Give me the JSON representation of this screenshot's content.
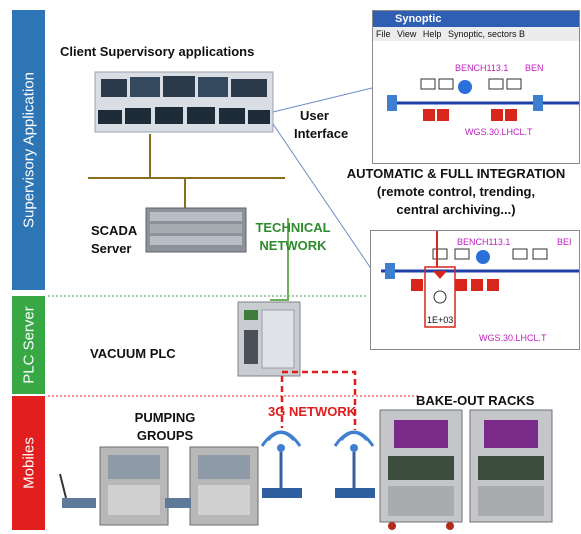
{
  "bands": {
    "supervisory": "Supervisory Application",
    "plc": "PLC Server",
    "mobiles": "Mobiles"
  },
  "labels": {
    "client_apps": "Client Supervisory applications",
    "user_interface_1": "User",
    "user_interface_2": "Interface",
    "scada_1": "SCADA",
    "scada_2": "Server",
    "technical_1": "TECHNICAL",
    "technical_2": "NETWORK",
    "integration_1": "AUTOMATIC & FULL INTEGRATION",
    "integration_2": "(remote control, trending,",
    "integration_3": "central archiving...)",
    "vacuum_plc": "VACUUM PLC",
    "pumping_1": "PUMPING",
    "pumping_2": "GROUPS",
    "network_3g": "3G NETWORK",
    "bakeout": "BAKE-OUT RACKS"
  },
  "synoptic": {
    "title": "Synoptic",
    "menu_file": "File",
    "menu_view": "View",
    "menu_help": "Help",
    "menu_text": "Synoptic, sectors B",
    "bench_top": "BENCH113.1",
    "bench_top_cut": "BEN",
    "wgs_top": "WGS.30.LHCL.T",
    "bench_bottom": "BENCH113.1",
    "bench_bottom_cut": "BEI",
    "wgs_bottom": "WGS.30.LHCL.T",
    "gauge_value": "1E+03"
  },
  "colors": {
    "supervisory_band": "#2e75b6",
    "plc_band": "#38a845",
    "mobiles_band": "#e11f1f",
    "technical_network": "#2e8b2e",
    "network_3g": "#e21b1b"
  }
}
